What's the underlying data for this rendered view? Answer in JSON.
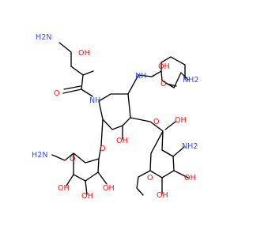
{
  "molecule": {
    "colors": {
      "bond": "#000000",
      "oxygen": "#ff0d0d",
      "nitrogen": "#3050f8",
      "background": "#ffffff"
    },
    "labels": {
      "nh2_left_chain": "H2N",
      "oh_left_chain": "OH",
      "o_left_amide": "O",
      "nh_left_amide": "NH",
      "nh_right_amide": "NH",
      "oh_right_chain": "OH",
      "o_right_amide": "O",
      "nh2_right_chain": "NH2",
      "oh_center": "OH",
      "o_left_ether": "O",
      "o_right_ether": "O",
      "nh2_bottom_left": "H2N",
      "o_left_ring": "O",
      "oh_left_ring_1": "OH",
      "oh_left_ring_2": "OH",
      "oh_left_ring_3": "OH",
      "oh_right_ring_1": "OH",
      "o_right_ring": "O",
      "nh2_right_ring": "NH2",
      "oh_right_ring_2": "OH",
      "oh_right_ring_3": "OH"
    }
  }
}
